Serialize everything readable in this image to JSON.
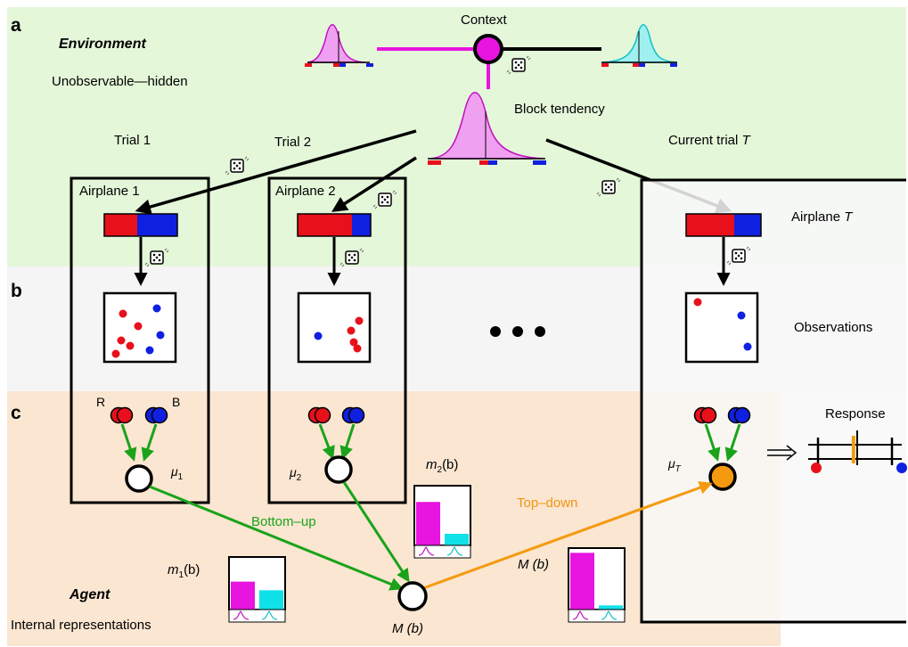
{
  "panels": {
    "a": "a",
    "b": "b",
    "c": "c"
  },
  "environment": {
    "title": "Environment",
    "subtitle": "Unobservable—hidden"
  },
  "context_label": "Context",
  "block_tendency_label": "Block tendency",
  "trials": {
    "t1": "Trial 1",
    "t2": "Trial 2",
    "tT": "Current trial ",
    "tT_var": "T"
  },
  "airplanes": {
    "a1": "Airplane 1",
    "a2": "Airplane 2",
    "aT": "Airplane ",
    "aT_var": "T"
  },
  "observations_label": "Observations",
  "response_label": "Response",
  "agent": {
    "title": "Agent",
    "subtitle": "Internal representations"
  },
  "color_labels": {
    "red": "R",
    "blue": "B"
  },
  "mu": {
    "m1": "μ",
    "m1_sub": "1",
    "m2": "μ",
    "m2_sub": "2",
    "mT": "μ",
    "mT_sub": "T"
  },
  "arrows": {
    "bottom_up": "Bottom–up",
    "top_down": "Top–down"
  },
  "messages": {
    "m1": "m",
    "m1_sub": "1",
    "m1_arg": "(b)",
    "m2": "m",
    "m2_sub": "2",
    "m2_arg": "(b)",
    "M_right": "M (b)",
    "M_bottom": "M (b)"
  },
  "colors": {
    "red": "#e8101a",
    "blue": "#1020e0",
    "magenta": "#e814e0",
    "cyan": "#10e0e8",
    "green": "#1aa31a",
    "orange": "#f59a10",
    "env_bg": "#e4f7d9",
    "agent_bg": "#fae6d1"
  },
  "bar_charts": {
    "m1": {
      "magenta": 0.55,
      "cyan": 0.38
    },
    "m2": {
      "magenta": 0.75,
      "cyan": 0.2
    },
    "M": {
      "magenta": 0.95,
      "cyan": 0.07
    }
  },
  "response_estimate": 0.48
}
